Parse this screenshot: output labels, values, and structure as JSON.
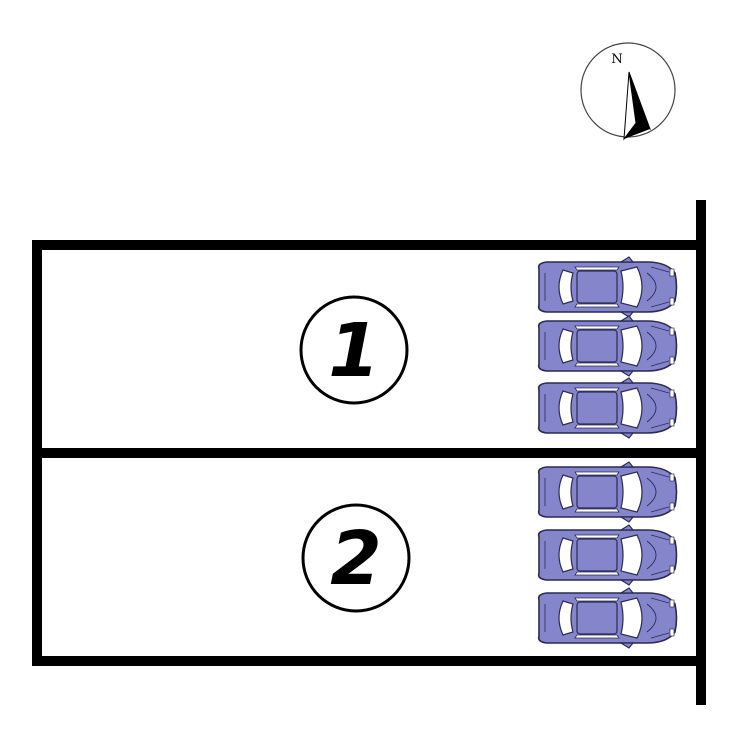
{
  "compass": {
    "label": "N",
    "icon": "north-arrow-icon"
  },
  "lots": [
    {
      "number": "1",
      "car_count": 3
    },
    {
      "number": "2",
      "car_count": 3
    }
  ],
  "colors": {
    "car_body": "#8585cc",
    "car_outline": "#2a2a55",
    "car_window": "#ffffff",
    "lines": "#000000"
  }
}
